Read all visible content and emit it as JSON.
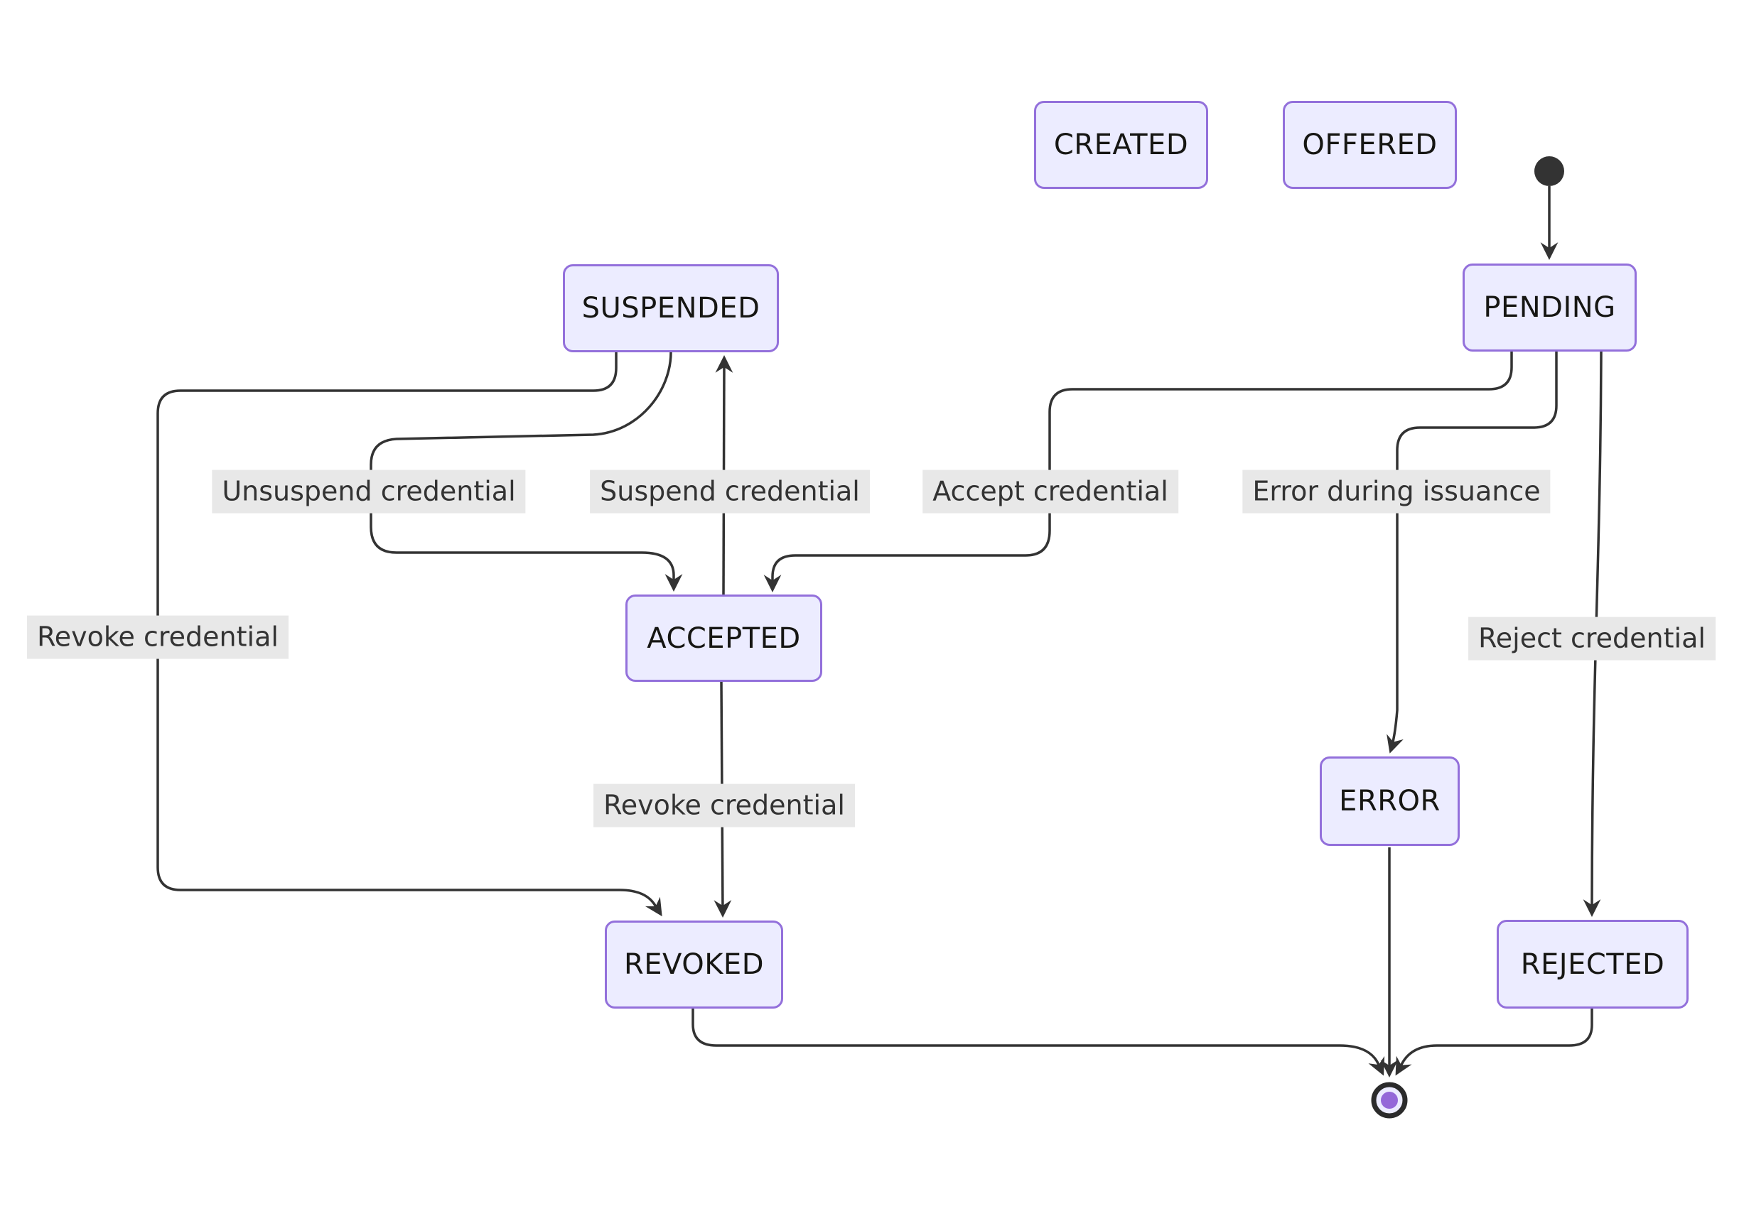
{
  "diagram": {
    "kind": "state-diagram",
    "background": "#ffffff",
    "colors": {
      "node_fill": "#ECECFF",
      "node_border": "#9370DB",
      "node_text": "#161613",
      "edge_line": "#333333",
      "edge_label_bg": "#e8e8e8",
      "edge_label_text": "#333333",
      "initial_dot": "#333333",
      "final_ring": "#2b2b2b",
      "final_ring_fill": "#ECECFF",
      "final_inner_dot": "#9468d8"
    },
    "states": [
      {
        "id": "created",
        "label": "CREATED"
      },
      {
        "id": "offered",
        "label": "OFFERED"
      },
      {
        "id": "pending",
        "label": "PENDING"
      },
      {
        "id": "suspended",
        "label": "SUSPENDED"
      },
      {
        "id": "accepted",
        "label": "ACCEPTED"
      },
      {
        "id": "error",
        "label": "ERROR"
      },
      {
        "id": "revoked",
        "label": "REVOKED"
      },
      {
        "id": "rejected",
        "label": "REJECTED"
      }
    ],
    "markers": {
      "initial": "initial-state-dot",
      "final": "final-state-marker"
    },
    "transitions": [
      {
        "from": "initial",
        "to": "PENDING",
        "label": ""
      },
      {
        "from": "PENDING",
        "to": "ACCEPTED",
        "label": "Accept credential"
      },
      {
        "from": "PENDING",
        "to": "ERROR",
        "label": "Error during issuance"
      },
      {
        "from": "PENDING",
        "to": "REJECTED",
        "label": "Reject credential"
      },
      {
        "from": "SUSPENDED",
        "to": "REVOKED",
        "label": "Revoke credential"
      },
      {
        "from": "SUSPENDED",
        "to": "ACCEPTED",
        "label": "Unsuspend credential"
      },
      {
        "from": "ACCEPTED",
        "to": "SUSPENDED",
        "label": "Suspend credential"
      },
      {
        "from": "ACCEPTED",
        "to": "REVOKED",
        "label": "Revoke credential"
      },
      {
        "from": "ERROR",
        "to": "final",
        "label": ""
      },
      {
        "from": "REVOKED",
        "to": "final",
        "label": ""
      },
      {
        "from": "REJECTED",
        "to": "final",
        "label": ""
      }
    ]
  }
}
